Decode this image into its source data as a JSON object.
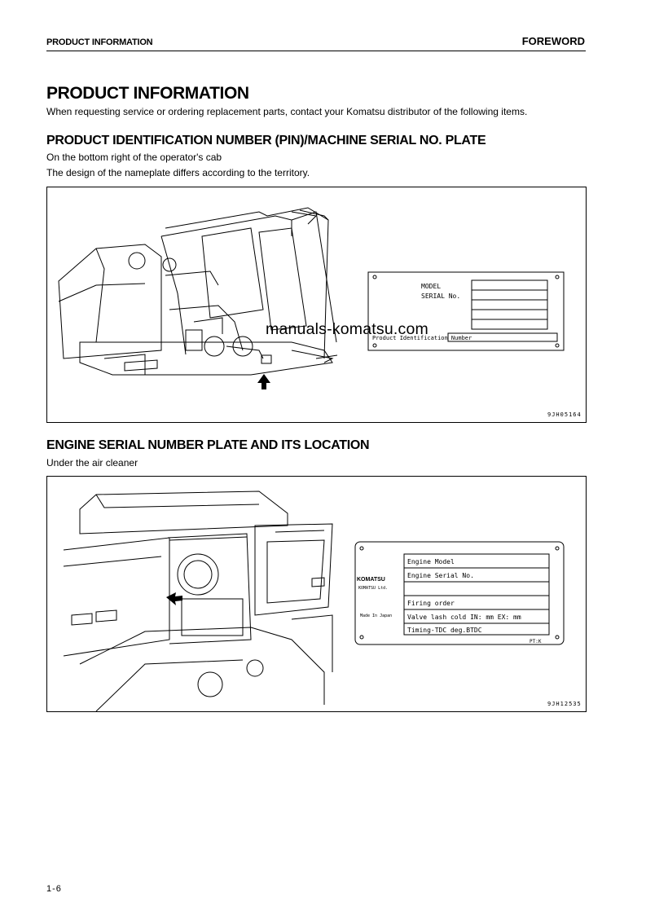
{
  "header": {
    "left": "PRODUCT INFORMATION",
    "right": "FOREWORD"
  },
  "title": "PRODUCT INFORMATION",
  "intro": "When requesting service or ordering replacement parts, contact your Komatsu distributor of the following items.",
  "section1": {
    "heading": "PRODUCT IDENTIFICATION NUMBER (PIN)/MACHINE SERIAL NO. PLATE",
    "line1": "On the bottom right of the operator's cab",
    "line2": "The design of the nameplate differs according to the territory.",
    "plate": {
      "model": "MODEL",
      "serial": "SERIAL No.",
      "pin": "Product Identification Number"
    },
    "figure_code": "9JH05164"
  },
  "watermark": "manuals-komatsu.com",
  "section2": {
    "heading": "ENGINE SERIAL NUMBER PLATE AND ITS LOCATION",
    "line1": "Under the air cleaner",
    "plate": {
      "brand": "KOMATSU",
      "brand_sub": "KOMATSU Ltd.",
      "made_in": "Made In Japan",
      "rows": [
        "Engine Model",
        "Engine Serial No.",
        "",
        "Firing order",
        "Valve lash cold  IN:   mm   EX:   mm",
        "Timing-TDC          deg.BTDC"
      ],
      "footer": "PT:K"
    },
    "figure_code": "9JH12535"
  },
  "page_number": "1-6"
}
